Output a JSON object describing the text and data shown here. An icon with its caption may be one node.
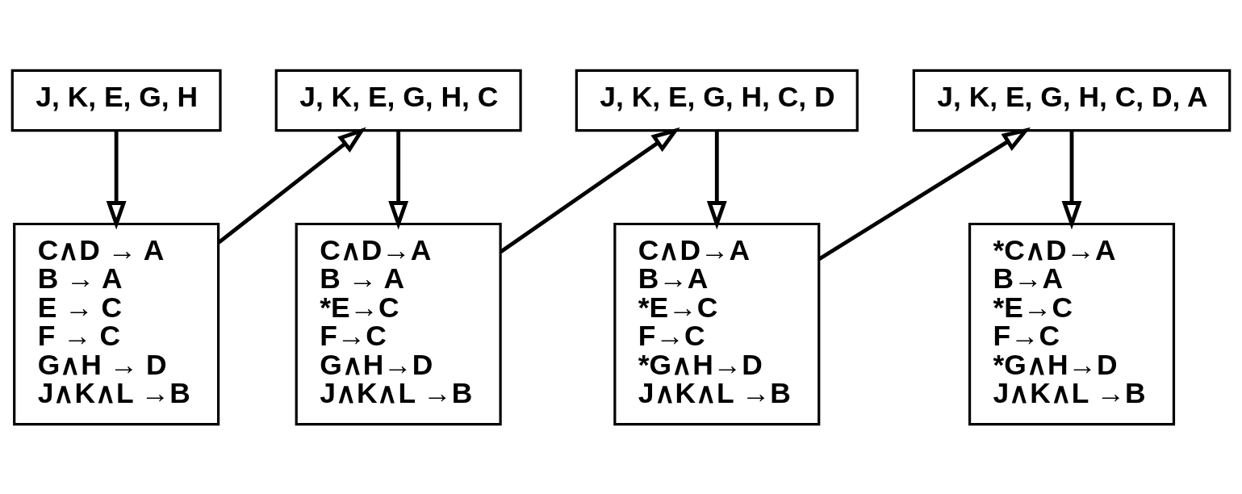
{
  "diagram": {
    "nodes": [
      {
        "text": [
          "J, K, E, G, H"
        ]
      },
      {
        "text": [
          "J, K, E, G, H, C"
        ]
      },
      {
        "text": [
          "J, K, E, G, H, C, D"
        ]
      },
      {
        "text": [
          "J, K, E, G, H, C, D, A"
        ]
      },
      {
        "text": [
          "C∧D → A",
          "B → A",
          "E → C",
          "F → C",
          "G∧H → D",
          "J∧K∧L →B"
        ]
      },
      {
        "text": [
          "C∧D→A",
          "B → A",
          "*E→C",
          "F→C",
          "G∧H→D",
          "J∧K∧L →B"
        ]
      },
      {
        "text": [
          "C∧D→A",
          "B→A",
          "*E→C",
          "F→C",
          "*G∧H→D",
          "J∧K∧L →B"
        ]
      },
      {
        "text": [
          "*C∧D→A",
          "B→A",
          "*E→C",
          "F→C",
          "*G∧H→D",
          "J∧K∧L →B"
        ]
      }
    ],
    "edges": [
      {
        "from": 0,
        "to": 4,
        "arrow": "to"
      },
      {
        "from": 4,
        "to": 1,
        "arrow": "to"
      },
      {
        "from": 1,
        "to": 5,
        "arrow": "to"
      },
      {
        "from": 5,
        "to": 2,
        "arrow": "to"
      },
      {
        "from": 2,
        "to": 6,
        "arrow": "to"
      },
      {
        "from": 6,
        "to": 3,
        "arrow": "to"
      },
      {
        "from": 3,
        "to": 7,
        "arrow": "to"
      }
    ]
  }
}
